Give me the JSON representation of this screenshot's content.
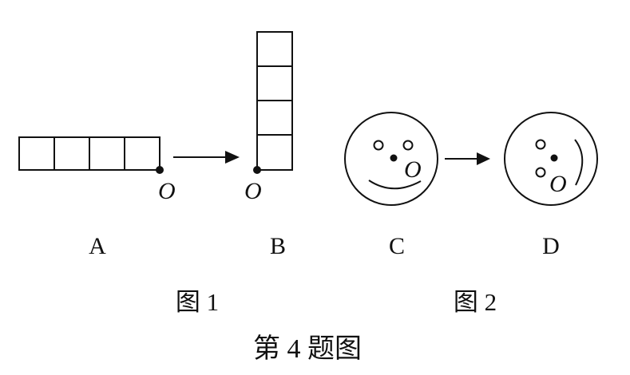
{
  "panels": {
    "a": {
      "label": "A",
      "point": "O"
    },
    "b": {
      "label": "B",
      "point": "O"
    },
    "c": {
      "label": "C",
      "point": "O"
    },
    "d": {
      "label": "D",
      "point": "O"
    }
  },
  "figures": {
    "fig1": "图 1",
    "fig2": "图 2"
  },
  "caption": "第 4 题图",
  "colors": {
    "stroke": "#111111",
    "background": "#ffffff"
  }
}
